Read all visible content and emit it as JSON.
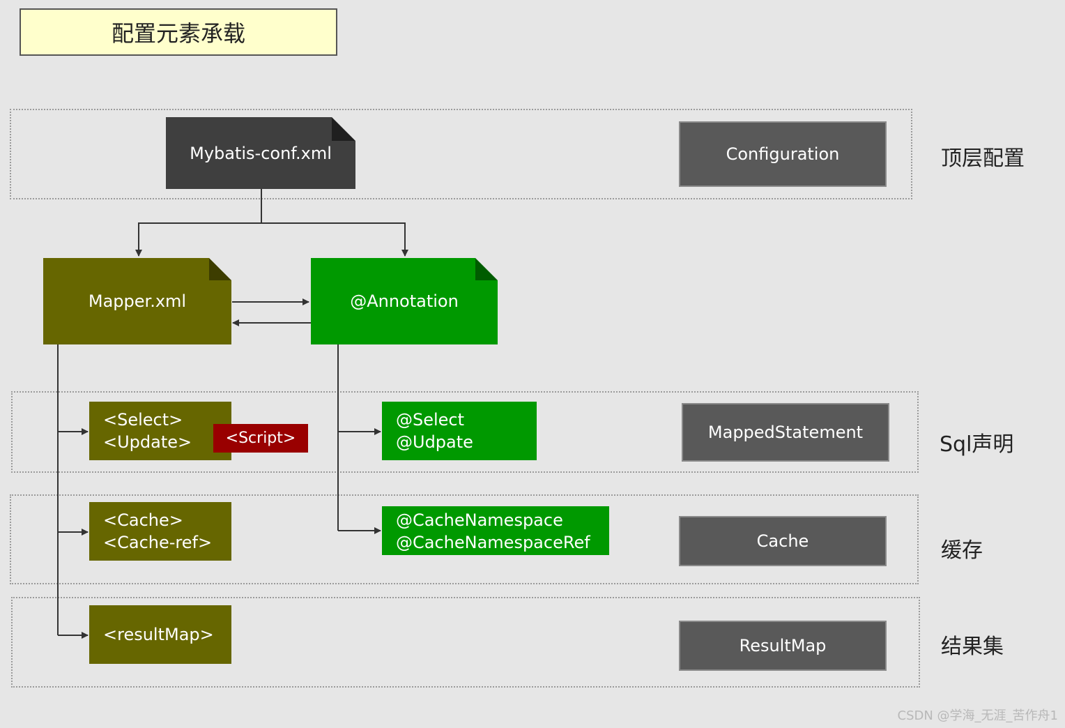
{
  "title": "配置元素承载",
  "layers": {
    "top": {
      "label": "顶层配置",
      "class_name": "Configuration"
    },
    "sql": {
      "label": "Sql声明",
      "class_name": "MappedStatement"
    },
    "cache": {
      "label": "缓存",
      "class_name": "Cache"
    },
    "result": {
      "label": "结果集",
      "class_name": "ResultMap"
    }
  },
  "documents": {
    "conf": "Mybatis-conf.xml",
    "mapper": "Mapper.xml",
    "annotation": "@Annotation"
  },
  "xml_elements": {
    "sql": [
      "<Select>",
      "<Update>"
    ],
    "script": "<Script>",
    "cache": [
      "<Cache>",
      "<Cache-ref>"
    ],
    "result": "<resultMap>"
  },
  "annotation_elements": {
    "sql": [
      "@Select",
      "@Udpate"
    ],
    "cache": [
      "@CacheNamespace",
      "@CacheNamespaceRef"
    ]
  },
  "watermark": "CSDN @学海_无涯_苦作舟1",
  "colors": {
    "xml": "#666600",
    "annotation": "#009900",
    "conf": "#3f3f3f",
    "script": "#990000",
    "class": "#595959",
    "title_bg": "#ffffcc"
  }
}
